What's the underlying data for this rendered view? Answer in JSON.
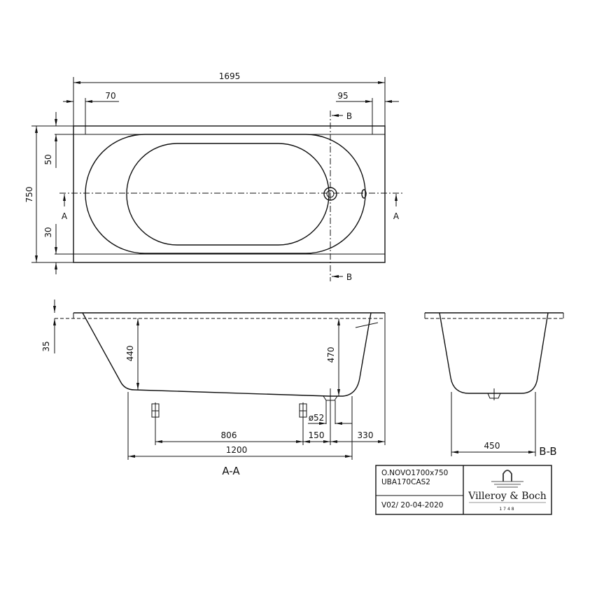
{
  "top_view": {
    "dim_length": "1695",
    "dim_left_offset": "70",
    "dim_right_offset": "95",
    "dim_width": "750",
    "dim_top_rim": "50",
    "dim_bottom_rim": "30",
    "section_a_label": "A",
    "section_b_label": "B"
  },
  "section_aa": {
    "title": "A-A",
    "dim_rim_height": "35",
    "dim_depth_left": "440",
    "dim_depth_right": "470",
    "dim_feet_spacing": "806",
    "dim_drain_offset": "150",
    "dim_drain_to_end": "330",
    "dim_bottom_length": "1200",
    "dim_drain_diameter": "ø52"
  },
  "section_bb": {
    "title": "B-B",
    "dim_bottom_width": "450"
  },
  "title_block": {
    "model": "O.NOVO1700x750",
    "article": "UBA170CAS2",
    "version": "V02/ 20-04-2020",
    "brand": "Villeroy & Boch",
    "brand_year": "1748"
  }
}
